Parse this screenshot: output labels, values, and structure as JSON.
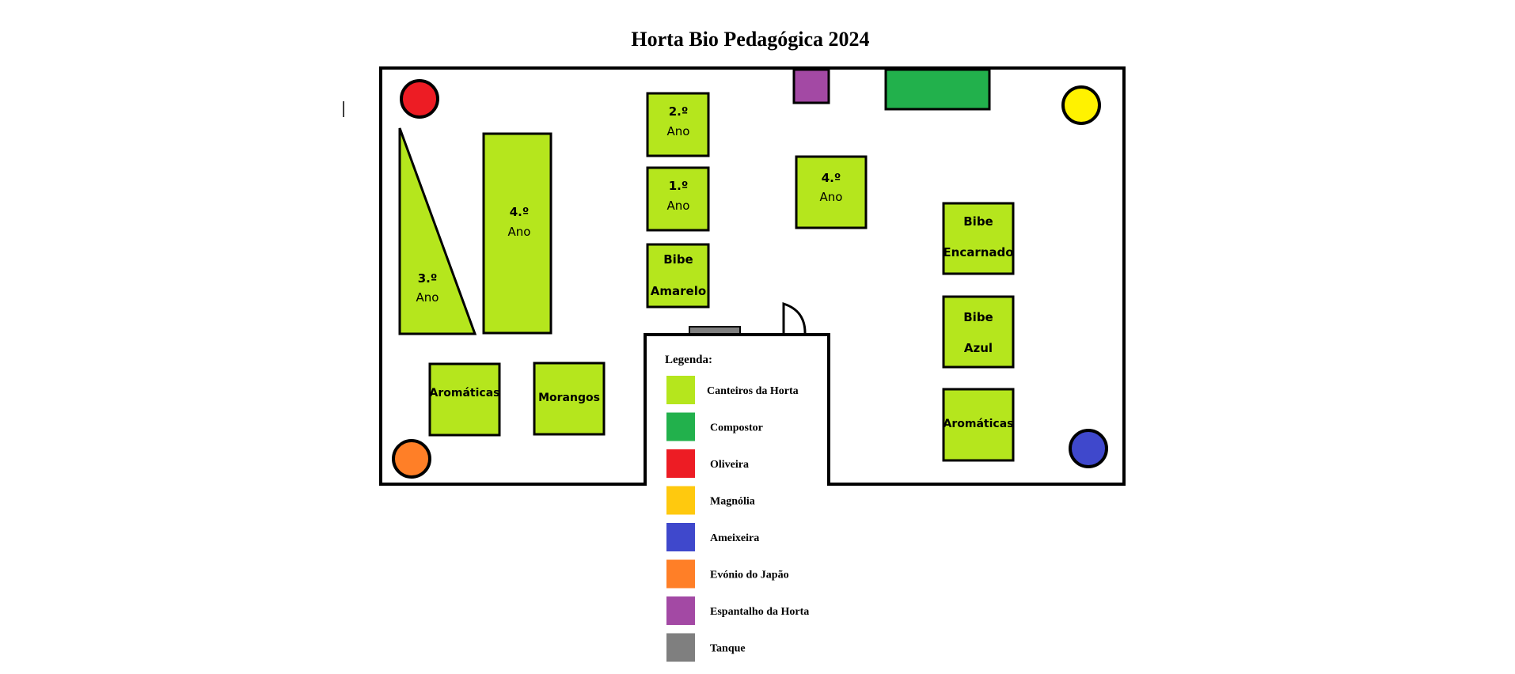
{
  "title": "Horta Bio Pedagógica 2024",
  "beds": {
    "ano3": {
      "line1": "3.º",
      "line2": "Ano"
    },
    "ano4_left": {
      "line1": "4.º",
      "line2": "Ano"
    },
    "ano2": {
      "line1": "2.º",
      "line2": "Ano"
    },
    "ano1": {
      "line1": "1.º",
      "line2": "Ano"
    },
    "bibe_amarelo": {
      "line1": "Bibe",
      "line2": "Amarelo"
    },
    "ano4_center": {
      "line1": "4.º",
      "line2": "Ano"
    },
    "bibe_encarnado": {
      "line1": "Bibe",
      "line2": "Encarnado"
    },
    "bibe_azul": {
      "line1": "Bibe",
      "line2": "Azul"
    },
    "aromaticas_left": "Aromáticas",
    "morangos": "Morangos",
    "aromaticas_right": "Aromáticas"
  },
  "legend": {
    "heading": "Legenda:",
    "items": [
      {
        "label": "Canteiros da Horta",
        "color": "#b5e61d"
      },
      {
        "label": "Compostor",
        "color": "#22b14c"
      },
      {
        "label": "Oliveira",
        "color": "#ed1c24"
      },
      {
        "label": "Magnólia",
        "color": "#ffc90e"
      },
      {
        "label": "Ameixeira",
        "color": "#3f48cc"
      },
      {
        "label": "Evónio do Japão",
        "color": "#ff7f27"
      },
      {
        "label": "Espantalho da Horta",
        "color": "#a349a4"
      },
      {
        "label": "Tanque",
        "color": "#7f7f7f"
      }
    ]
  },
  "colors": {
    "bed": "#b5e61d",
    "compostor": "#22b14c",
    "oliveira": "#ed1c24",
    "magnolia_tree": "#fff200",
    "ameixeira": "#3f48cc",
    "evonio": "#ff7f27",
    "espantalho": "#a349a4",
    "tanque": "#7f7f7f"
  }
}
